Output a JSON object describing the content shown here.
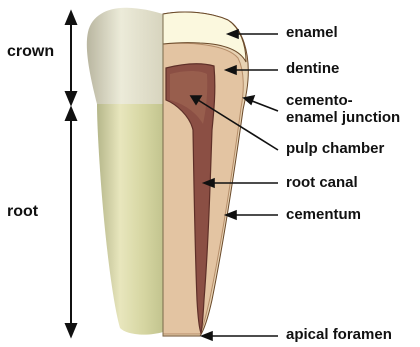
{
  "regions": {
    "crown": "crown",
    "root": "root"
  },
  "labels": {
    "enamel": "enamel",
    "dentine": "dentine",
    "cej_line1": "cemento-",
    "cej_line2": "enamel junction",
    "pulp_chamber": "pulp chamber",
    "root_canal": "root canal",
    "cementum": "cementum",
    "apical_foramen": "apical foramen"
  },
  "colors": {
    "enamel": "#fbf8de",
    "dentine": "#e3c4a2",
    "pulp": "#8b4f44",
    "pulp_edge": "#5e2f28",
    "crown_photo": "#d9d6c0",
    "root_photo": "#cfcf9a"
  }
}
